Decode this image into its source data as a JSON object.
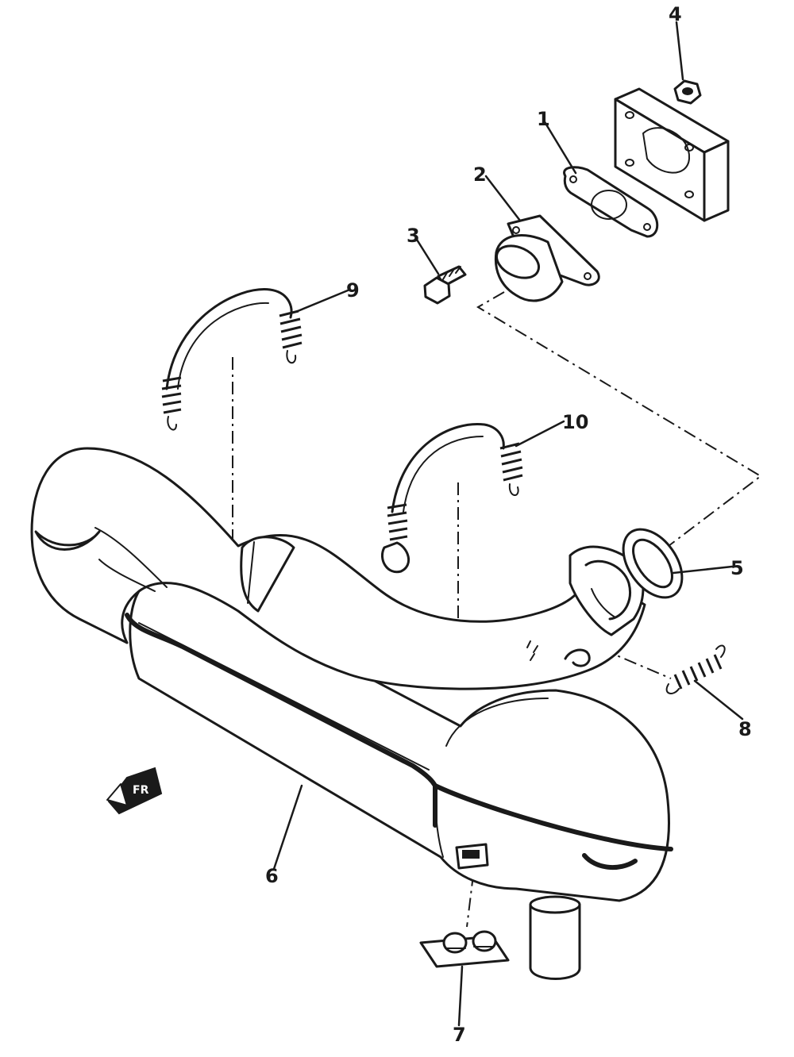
{
  "callouts": [
    {
      "id": "1",
      "text": "1"
    },
    {
      "id": "2",
      "text": "2"
    },
    {
      "id": "3",
      "text": "3"
    },
    {
      "id": "4",
      "text": "4"
    },
    {
      "id": "5",
      "text": "5"
    },
    {
      "id": "6",
      "text": "6"
    },
    {
      "id": "7",
      "text": "7"
    },
    {
      "id": "8",
      "text": "8"
    },
    {
      "id": "9",
      "text": "9"
    },
    {
      "id": "10",
      "text": "10"
    }
  ],
  "front_marker": {
    "text": "FR",
    "icon": "front-direction-arrow-icon"
  },
  "colors": {
    "ink": "#1a1a1a",
    "paper": "#ffffff"
  }
}
